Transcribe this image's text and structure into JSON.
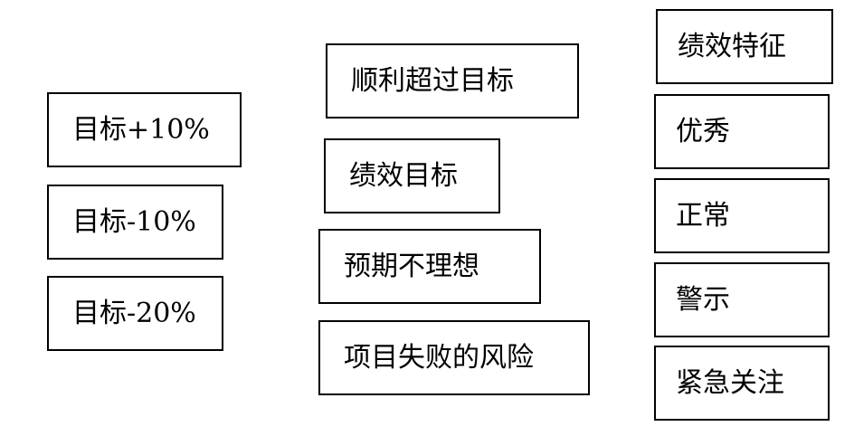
{
  "left_column": {
    "items": [
      {
        "label": "目标+10%"
      },
      {
        "label": "目标-10%"
      },
      {
        "label": "目标-20%"
      }
    ]
  },
  "middle_column": {
    "items": [
      {
        "label": "顺利超过目标"
      },
      {
        "label": "绩效目标"
      },
      {
        "label": "预期不理想"
      },
      {
        "label": "项目失败的风险"
      }
    ]
  },
  "right_column": {
    "header": "绩效特征",
    "items": [
      {
        "label": "优秀"
      },
      {
        "label": "正常"
      },
      {
        "label": "警示"
      },
      {
        "label": "紧急关注"
      }
    ]
  }
}
